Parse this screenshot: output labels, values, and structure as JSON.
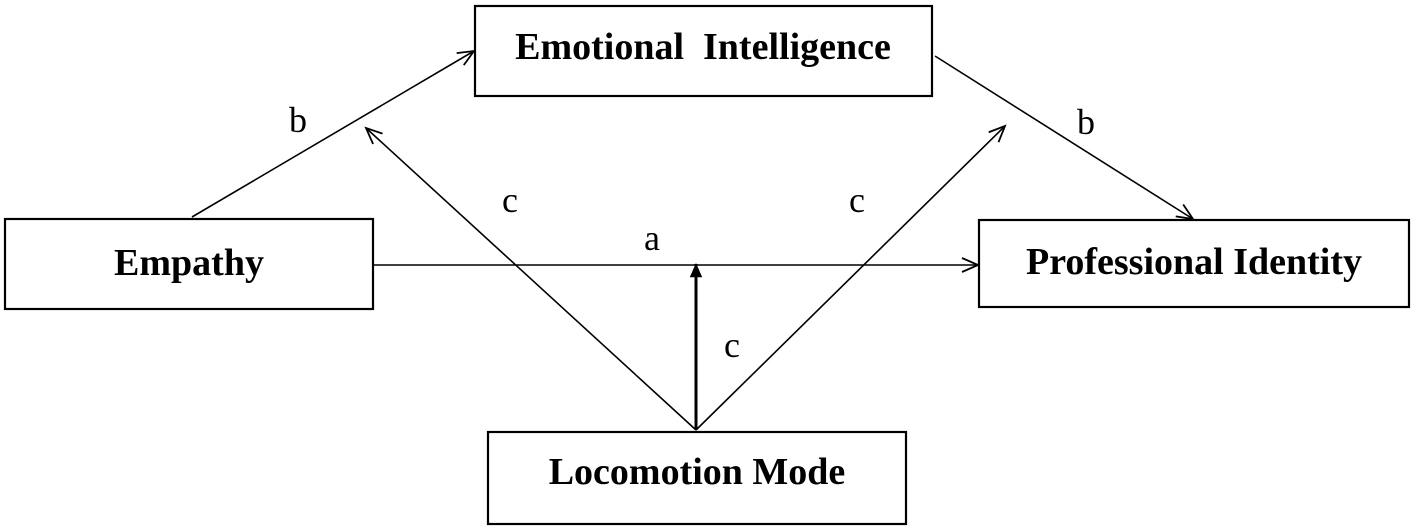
{
  "nodes": {
    "emotional_intelligence": "Emotional  Intelligence",
    "empathy": "Empathy",
    "professional_identity": "Professional Identity",
    "locomotion_mode": "Locomotion Mode"
  },
  "paths": {
    "a": "a",
    "b_left": "b",
    "b_right": "b",
    "c_left": "c",
    "c_right": "c",
    "c_center": "c"
  }
}
